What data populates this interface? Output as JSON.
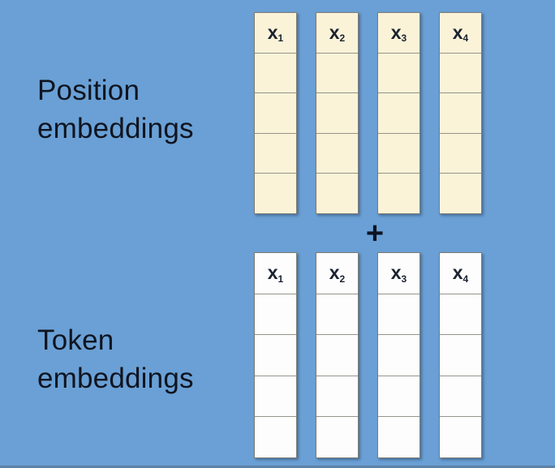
{
  "colors": {
    "background": "#6aa0d5",
    "position_cell": "#faf3d8",
    "token_cell": "#fdfdfd",
    "bottom_edge": "#5d82a8",
    "text": "#0f1420"
  },
  "position_section": {
    "label": "Position embeddings",
    "columns": [
      {
        "base": "x",
        "sub": "1"
      },
      {
        "base": "x",
        "sub": "2"
      },
      {
        "base": "x",
        "sub": "3"
      },
      {
        "base": "x",
        "sub": "4"
      }
    ],
    "empty_cells_per_column": 4
  },
  "operator": {
    "symbol": "+"
  },
  "token_section": {
    "label": "Token embeddings",
    "columns": [
      {
        "base": "x",
        "sub": "1"
      },
      {
        "base": "x",
        "sub": "2"
      },
      {
        "base": "x",
        "sub": "3"
      },
      {
        "base": "x",
        "sub": "4"
      }
    ],
    "empty_cells_per_column": 4
  }
}
